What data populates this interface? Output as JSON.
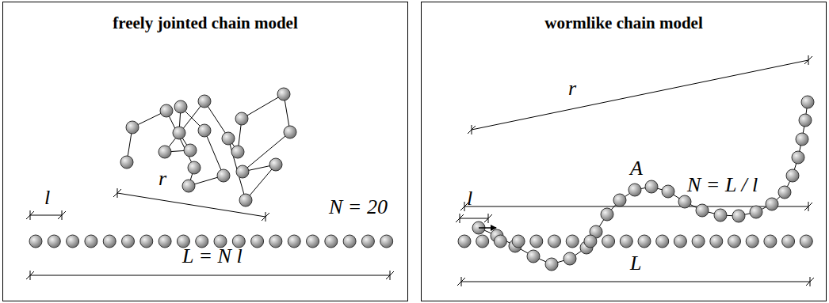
{
  "diagram": {
    "nodes": [
      {
        "text": [
          "freely jointed chain model"
        ]
      },
      {
        "text": [
          "wormlike chain model"
        ]
      }
    ],
    "labels": [
      "l",
      "r",
      "N = 20",
      "L = N l",
      "r",
      "l",
      "A",
      "N = L / l",
      "L"
    ]
  }
}
